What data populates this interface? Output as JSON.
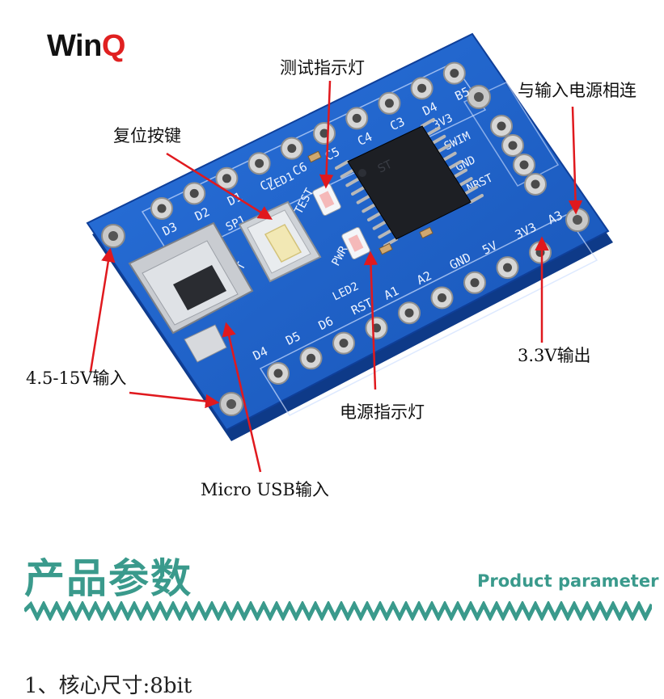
{
  "logo": {
    "part1": "Win",
    "part2": "Q"
  },
  "callouts": {
    "test_led": "测试指示灯",
    "reset_key": "复位按键",
    "power_connect": "与输入电源相连",
    "input_voltage": "4.5-15V输入",
    "output_voltage": "3.3V输出",
    "power_led": "电源指示灯",
    "usb_input": "Micro USB输入"
  },
  "board_labels": {
    "top_row": [
      "D3",
      "D2",
      "D1",
      "C7",
      "C6",
      "C5",
      "C4",
      "C3",
      "D4",
      "B5"
    ],
    "right_col": [
      "3V3",
      "SWIM",
      "GND",
      "NRST"
    ],
    "bottom_row": [
      "D4",
      "D5",
      "D6",
      "RST",
      "A1",
      "A2",
      "GND",
      "5V",
      "3V3",
      "A3"
    ],
    "components": [
      "SP1",
      "LED1",
      "TEST",
      "PWR",
      "LED2",
      "RST"
    ]
  },
  "section": {
    "title": "产品参数",
    "subtitle": "Product parameter"
  },
  "params": [
    {
      "label": "1、核心尺寸:8bit"
    }
  ],
  "colors": {
    "board": "#1e5fc8",
    "accent": "#3a9a8c",
    "arrow": "#e0191e"
  }
}
